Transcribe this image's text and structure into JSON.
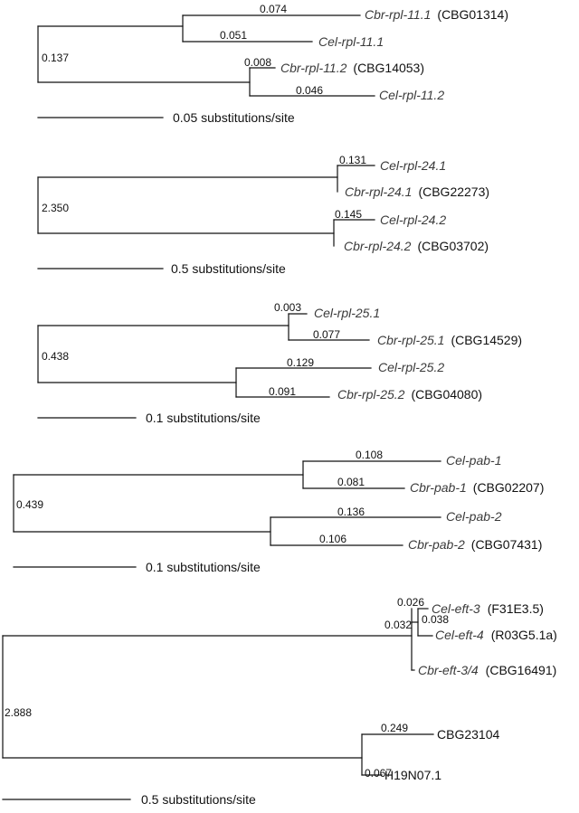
{
  "trees": [
    {
      "root_branch_length": "0.137",
      "scale_label": "0.05 substitutions/site",
      "internal_labels": [
        "0.074",
        "0.051",
        "0.008",
        "0.046"
      ],
      "leaves": [
        {
          "name": "Cbr-rpl-11.1",
          "id": "(CBG01314)"
        },
        {
          "name": "Cel-rpl-11.1",
          "id": ""
        },
        {
          "name": "Cbr-rpl-11.2",
          "id": "(CBG14053)"
        },
        {
          "name": "Cel-rpl-11.2",
          "id": ""
        }
      ]
    },
    {
      "root_branch_length": "2.350",
      "scale_label": "0.5 substitutions/site",
      "internal_labels": [
        "0.131",
        "0.145"
      ],
      "leaves": [
        {
          "name": "Cel-rpl-24.1",
          "id": ""
        },
        {
          "name": "Cbr-rpl-24.1",
          "id": "(CBG22273)"
        },
        {
          "name": "Cel-rpl-24.2",
          "id": ""
        },
        {
          "name": "Cbr-rpl-24.2",
          "id": "(CBG03702)"
        }
      ]
    },
    {
      "root_branch_length": "0.438",
      "scale_label": "0.1 substitutions/site",
      "internal_labels": [
        "0.003",
        "0.077",
        "0.129",
        "0.091"
      ],
      "leaves": [
        {
          "name": "Cel-rpl-25.1",
          "id": ""
        },
        {
          "name": "Cbr-rpl-25.1",
          "id": "(CBG14529)"
        },
        {
          "name": "Cel-rpl-25.2",
          "id": ""
        },
        {
          "name": "Cbr-rpl-25.2",
          "id": "(CBG04080)"
        }
      ]
    },
    {
      "root_branch_length": "0.439",
      "scale_label": "0.1 substitutions/site",
      "internal_labels": [
        "0.108",
        "0.081",
        "0.136",
        "0.106"
      ],
      "leaves": [
        {
          "name": "Cel-pab-1",
          "id": ""
        },
        {
          "name": "Cbr-pab-1",
          "id": "(CBG02207)"
        },
        {
          "name": "Cel-pab-2",
          "id": ""
        },
        {
          "name": "Cbr-pab-2",
          "id": "(CBG07431)"
        }
      ]
    },
    {
      "root_branch_length": "2.888",
      "scale_label": "0.5 substitutions/site",
      "internal_labels": [
        "0.026",
        "0.032",
        "0.038",
        "0.249",
        "0.067"
      ],
      "leaves": [
        {
          "name": "Cel-eft-3",
          "id": "(F31E3.5)"
        },
        {
          "name": "Cel-eft-4",
          "id": "(R03G5.1a)"
        },
        {
          "name": "Cbr-eft-3/4",
          "id": "(CBG16491)"
        },
        {
          "name": "",
          "id": "CBG23104"
        },
        {
          "name": "",
          "id": "H19N07.1"
        }
      ]
    }
  ]
}
